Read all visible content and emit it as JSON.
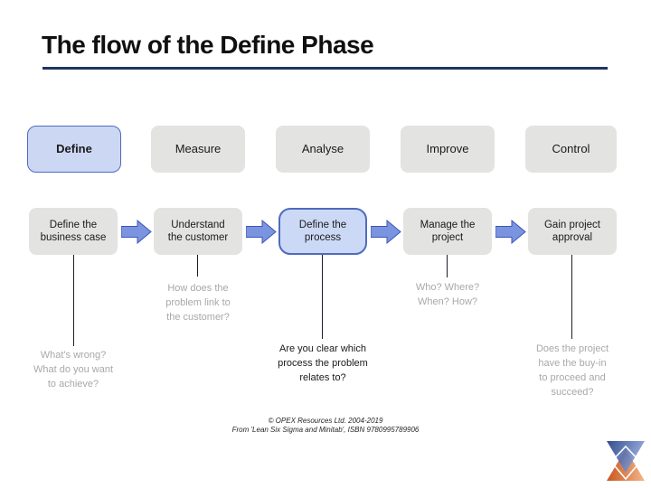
{
  "slide": {
    "title": "The flow of the Define Phase",
    "accent": {
      "highlight_fill": "#ccd9f6",
      "highlight_border": "#4f6bbf",
      "box_fill": "#e3e3e1",
      "arrow_fill": "#7b94e0",
      "arrow_border": "#3d55b8",
      "rule_color": "#1e3563",
      "muted_text": "#a8a8a8",
      "logo_blue": "#24408c",
      "logo_orange": "#d9661f"
    }
  },
  "phases": [
    {
      "label": "Define",
      "active": true
    },
    {
      "label": "Measure",
      "active": false
    },
    {
      "label": "Analyse",
      "active": false
    },
    {
      "label": "Improve",
      "active": false
    },
    {
      "label": "Control",
      "active": false
    }
  ],
  "steps": [
    {
      "label": "Define the\nbusiness case",
      "active": false,
      "question": "What's wrong?\nWhat do you want\nto achieve?"
    },
    {
      "label": "Understand\nthe customer",
      "active": false,
      "question": "How does the\nproblem link to\nthe customer?"
    },
    {
      "label": "Define the\nprocess",
      "active": true,
      "question": "Are you clear which\nprocess the problem\nrelates to?"
    },
    {
      "label": "Manage the\nproject",
      "active": false,
      "question": "Who? Where?\nWhen? How?"
    },
    {
      "label": "Gain project\napproval",
      "active": false,
      "question": "Does the project\nhave the buy-in\nto proceed and\nsucceed?"
    }
  ],
  "footer": {
    "line1": "© OPEX Resources Ltd. 2004-2019",
    "line2": "From 'Lean Six Sigma and Minitab', ISBN 9780995789906"
  }
}
